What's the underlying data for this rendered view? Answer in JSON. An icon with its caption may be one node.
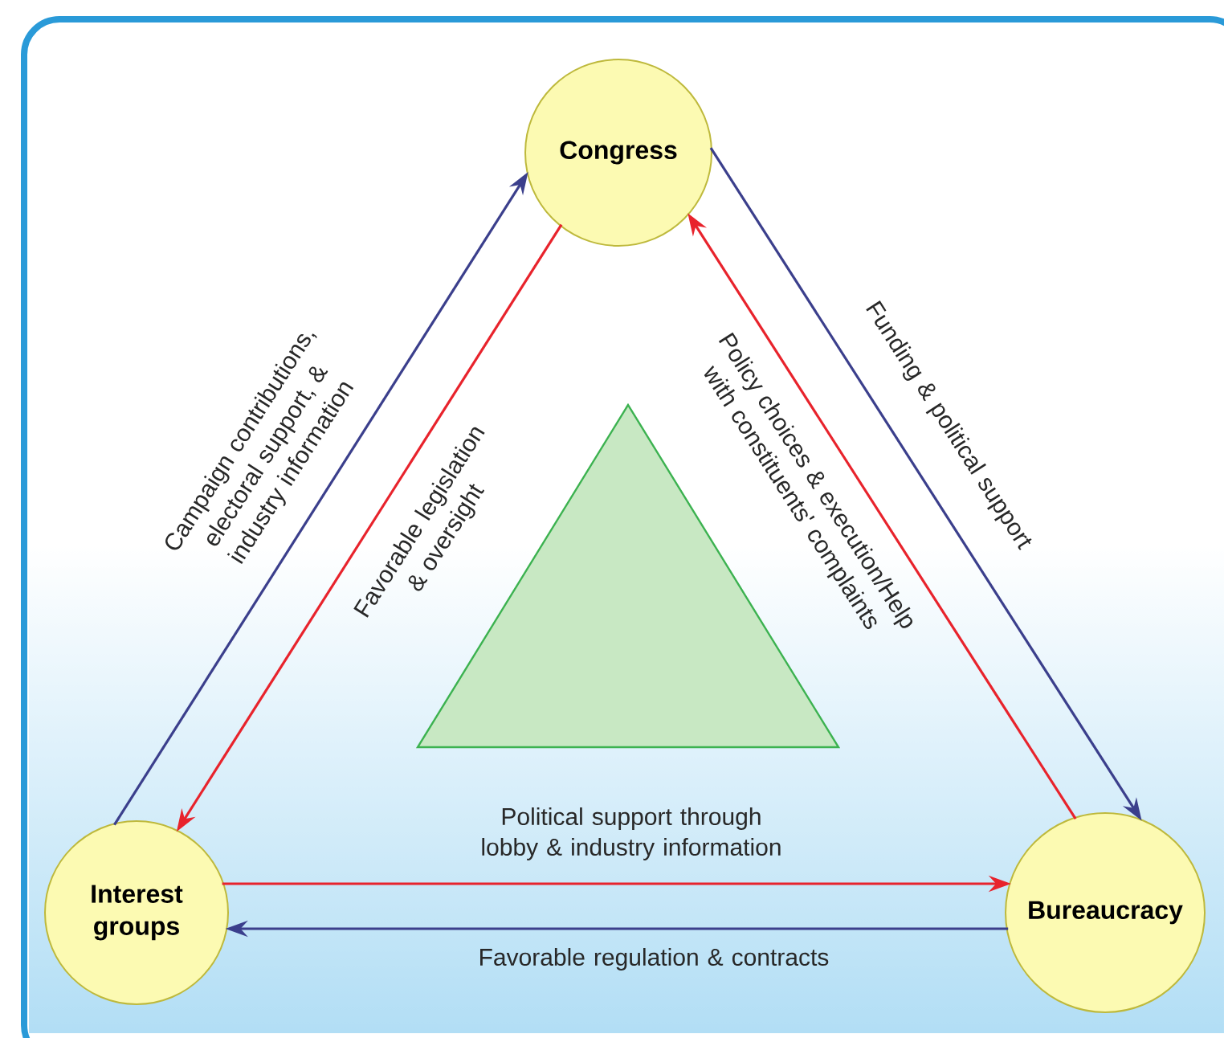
{
  "diagram": {
    "nodes": [
      {
        "text": [
          "Congress"
        ]
      },
      {
        "text": [
          "Interest groups"
        ]
      },
      {
        "text": [
          "Bureaucracy"
        ]
      }
    ],
    "edges": [
      {
        "from": 1,
        "to": 0,
        "arrow": "to",
        "color": "#3b3f8c",
        "label": "Campaign contributions, electoral support, & industry information"
      },
      {
        "from": 0,
        "to": 1,
        "arrow": "to",
        "color": "#e8232c",
        "label": "Favorable legislation & oversight"
      },
      {
        "from": 2,
        "to": 0,
        "arrow": "to",
        "color": "#e8232c",
        "label": "Policy choices & execution/Help with constituents' complaints"
      },
      {
        "from": 0,
        "to": 2,
        "arrow": "to",
        "color": "#3b3f8c",
        "label": "Funding & political support"
      },
      {
        "from": 1,
        "to": 2,
        "arrow": "to",
        "color": "#e8232c",
        "label": "Political support through lobby & industry information"
      },
      {
        "from": 2,
        "to": 1,
        "arrow": "to",
        "color": "#3b3f8c",
        "label": "Favorable regulation & contracts"
      }
    ]
  }
}
